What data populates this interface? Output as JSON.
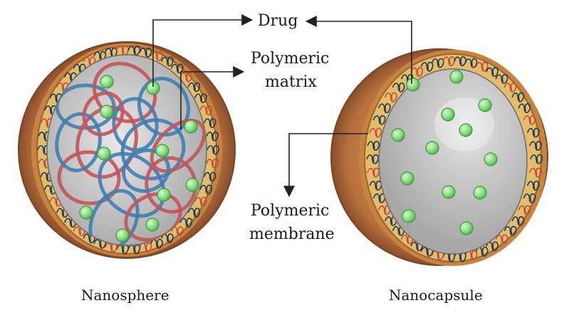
{
  "labels": {
    "drug": "Drug",
    "matrix_line1": "Polymeric",
    "matrix_line2": "matrix",
    "membrane_line1": "Polymeric",
    "membrane_line2": "membrane",
    "nanosphere": "Nanosphere",
    "nanocapsule": "Nanocapsule"
  },
  "colors": {
    "shell_outer": "#b8703f",
    "shell_inner": "#c98a52",
    "membrane_band": "#d9a25a",
    "membrane_fill": "#e6c070",
    "matrix_core": "#c9c9c9",
    "capsule_core": "#bdbdbd",
    "drug_particle": "#7fdc7a",
    "drug_particle_edge": "#3e9a3a",
    "fiber_blue": "#3f7fb0",
    "fiber_red": "#c4555a",
    "coil_dark": "#1f3b5a",
    "coil_red": "#c44d3e",
    "arrow": "#222222"
  },
  "icons": {
    "nanosphere": "nanosphere-illustration",
    "nanocapsule": "nanocapsule-illustration",
    "drug_particle": "drug-particle-icon"
  }
}
